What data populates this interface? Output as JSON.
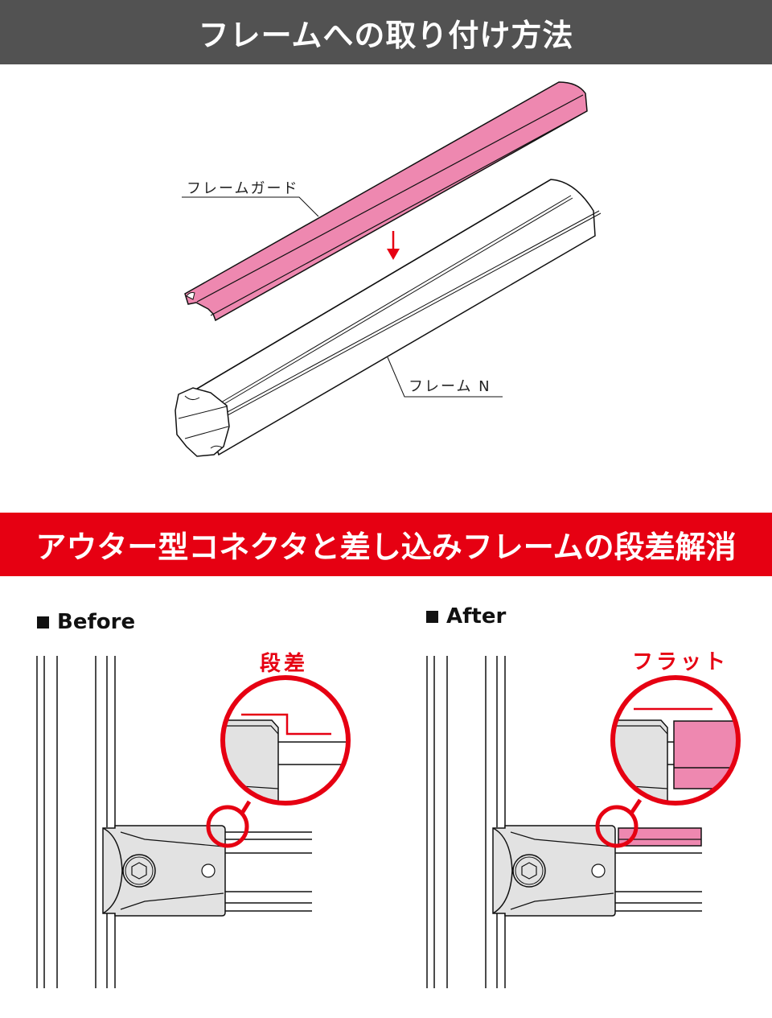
{
  "header": {
    "title": "フレームへの取り付け方法"
  },
  "diagram_top": {
    "callouts": [
      {
        "label": "フレームガード"
      },
      {
        "label": "フレーム N"
      }
    ],
    "arrow": "down-arrow",
    "colors": {
      "guard": "#ee88b0",
      "arrow": "#e60012",
      "line": "#111111"
    }
  },
  "section2": {
    "title": "アウター型コネクタと差し込みフレームの段差解消"
  },
  "before": {
    "label": "Before",
    "annotation": "段差"
  },
  "after": {
    "label": "After",
    "annotation": "フラット"
  },
  "colors": {
    "header_bg": "#525252",
    "section_bg": "#e60012",
    "accent_red": "#e60012",
    "pink": "#ee88b0",
    "connector_gray": "#e2e2e2"
  }
}
